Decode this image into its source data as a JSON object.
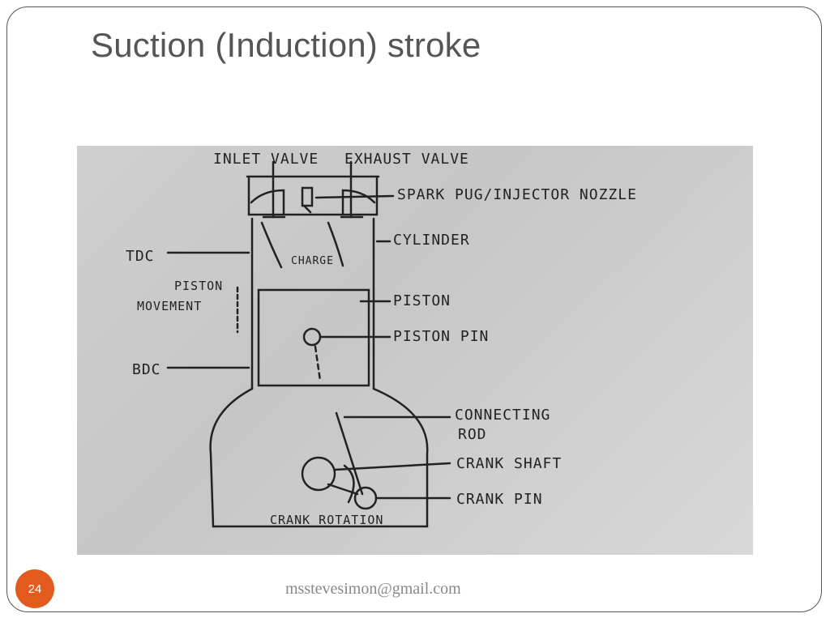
{
  "slide": {
    "title": "Suction (Induction) stroke",
    "page_number": "24",
    "footer_text": "msstevesimon@gmail.com"
  },
  "diagram": {
    "labels": {
      "inlet_valve": "INLET VALVE",
      "exhaust_valve": "EXHAUST VALVE",
      "spark_plug": "SPARK PUG/INJECTOR NOZZLE",
      "cylinder": "CYLINDER",
      "tdc": "TDC",
      "charge": "CHARGE",
      "piston_movement_1": "PISTON",
      "piston_movement_2": "MOVEMENT",
      "piston": "PISTON",
      "piston_pin": "PISTON PIN",
      "bdc": "BDC",
      "connecting_rod_1": "CONNECTING",
      "connecting_rod_2": "ROD",
      "crank_shaft": "CRANK SHAFT",
      "crank_pin": "CRANK PIN",
      "crank_rotation": "CRANK ROTATION"
    }
  },
  "colors": {
    "badge": "#e25a1c",
    "title": "#555555",
    "sketch_ink": "#222222"
  }
}
